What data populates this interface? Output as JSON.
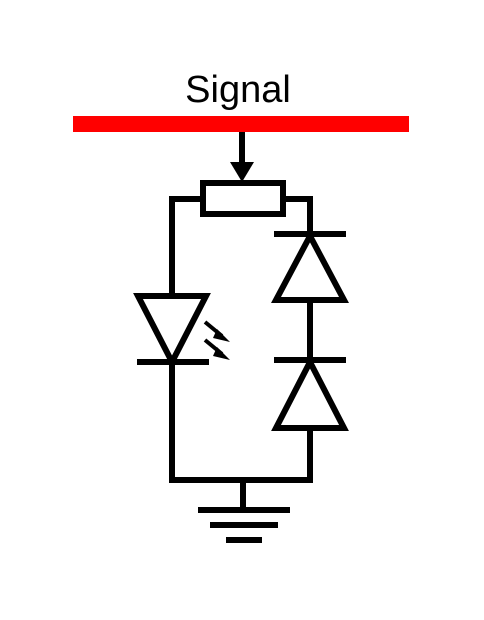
{
  "diagram": {
    "signal_label": "Signal",
    "colors": {
      "signal_bus": "#ff0000",
      "wire": "#000000",
      "background": "#ffffff"
    },
    "components": [
      {
        "kind": "signal-bus",
        "icon": "red-bus-line"
      },
      {
        "kind": "potentiometer",
        "icon": "resistor-with-wiper-arrow"
      },
      {
        "kind": "led",
        "icon": "led-with-light-arrows"
      },
      {
        "kind": "diode",
        "icon": "diode-upper"
      },
      {
        "kind": "diode",
        "icon": "diode-lower"
      },
      {
        "kind": "ground",
        "icon": "ground-symbol"
      }
    ]
  }
}
